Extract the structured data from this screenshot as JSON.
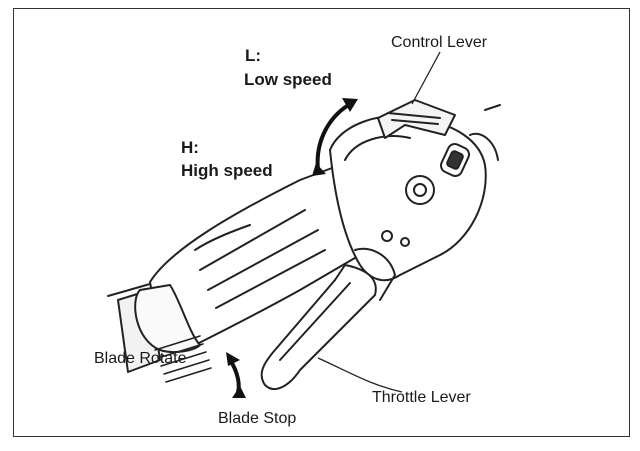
{
  "labels": {
    "control_lever": "Control Lever",
    "low_speed_key": "L:",
    "low_speed": "Low speed",
    "high_speed_key": "H:",
    "high_speed": "High speed",
    "blade_rotate": "Blade Rotate",
    "blade_stop": "Blade Stop",
    "throttle_lever": "Throttle Lever"
  }
}
